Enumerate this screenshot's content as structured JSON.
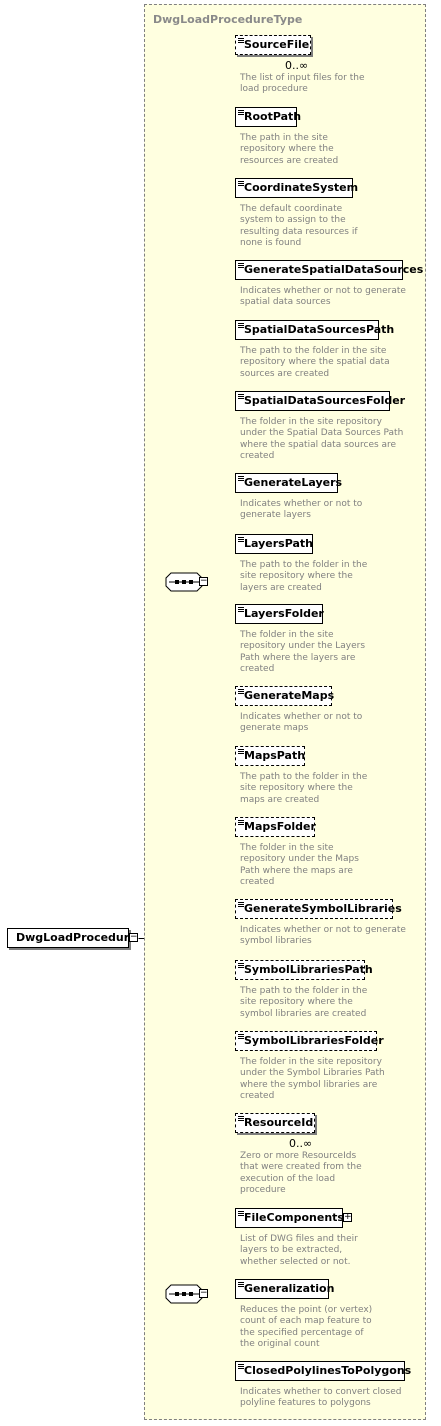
{
  "root": {
    "name": "DwgLoadProcedure"
  },
  "type": {
    "name": "DwgLoadProcedureType"
  },
  "sequence1": {
    "elements": [
      {
        "name": "SourceFile",
        "occurs": "0..∞",
        "desc": "The list of input files for the\nload procedure"
      },
      {
        "name": "RootPath",
        "desc": "The path in the site\nrepository where the\nresources are created"
      },
      {
        "name": "CoordinateSystem",
        "desc": "The default coordinate\nsystem to assign to the\nresulting data resources if\nnone is found"
      },
      {
        "name": "GenerateSpatialDataSources",
        "desc": "Indicates whether or not to generate\nspatial data sources"
      },
      {
        "name": "SpatialDataSourcesPath",
        "desc": "The path to the folder in the site\nrepository where the spatial data\nsources are created"
      },
      {
        "name": "SpatialDataSourcesFolder",
        "desc": "The folder in the site repository\nunder the Spatial Data Sources Path\nwhere the spatial data sources are\ncreated"
      },
      {
        "name": "GenerateLayers",
        "desc": "Indicates whether or not to\ngenerate layers"
      },
      {
        "name": "LayersPath",
        "desc": "The path to the folder in the\nsite repository where the\nlayers are created"
      },
      {
        "name": "LayersFolder",
        "desc": "The folder in the site\nrepository under the Layers\nPath where the layers are\ncreated"
      },
      {
        "name": "GenerateMaps",
        "desc": "Indicates whether or not to\ngenerate maps"
      },
      {
        "name": "MapsPath",
        "desc": "The path to the folder in the\nsite repository where the\nmaps are created"
      },
      {
        "name": "MapsFolder",
        "desc": "The folder in the site\nrepository under the Maps\nPath where the maps are\ncreated"
      },
      {
        "name": "GenerateSymbolLibraries",
        "desc": "Indicates whether or not to generate\nsymbol libraries"
      },
      {
        "name": "SymbolLibrariesPath",
        "desc": "The path to the folder in the\nsite repository where the\nsymbol libraries are created"
      },
      {
        "name": "SymbolLibrariesFolder",
        "desc": "The folder in the site repository\nunder the Symbol Libraries Path\nwhere the symbol libraries are\ncreated"
      },
      {
        "name": "ResourceId",
        "occurs": "0..∞",
        "desc": "Zero or more ResourceIds\nthat were created from the\nexecution of the load\nprocedure"
      }
    ]
  },
  "sequence2": {
    "elements": [
      {
        "name": "FileComponents",
        "desc": "List of DWG files and their\nlayers to be extracted,\nwhether selected or not."
      },
      {
        "name": "Generalization",
        "desc": "Reduces the point (or vertex)\ncount of each map feature to\nthe specified percentage of\nthe original count"
      },
      {
        "name": "ClosedPolylinesToPolygons",
        "desc": "Indicates whether to convert closed\npolyline features to polygons"
      }
    ]
  },
  "icons": {
    "sequence": "sequence-compositor-icon",
    "collapse": "minus-expander-icon",
    "expand": "plus-expander-icon",
    "content": "element-content-icon"
  },
  "colors": {
    "type_background": "#ffffe0",
    "type_border": "#808080",
    "description_text": "#808080",
    "shadow": "#7d7d7d"
  }
}
